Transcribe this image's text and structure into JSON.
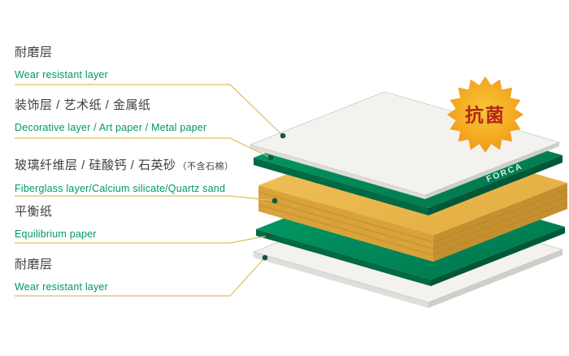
{
  "labels": [
    {
      "zh": "耐磨层",
      "en": "Wear resistant layer"
    },
    {
      "zh": "装饰层 / 艺术纸 / 金属纸",
      "en": "Decorative layer / Art paper / Metal paper"
    },
    {
      "zh": "玻璃纤维层 / 硅酸钙 / 石英砂",
      "zh_note": "（不含石棉）",
      "en": "Fiberglass layer/Calcium silicate/Quartz sand"
    },
    {
      "zh": "平衡纸",
      "en": "Equilibrium paper"
    },
    {
      "zh": "耐磨层",
      "en": "Wear resistant layer"
    }
  ],
  "badge": {
    "label": "抗菌"
  },
  "brand": {
    "name": "FORCA"
  },
  "colors": {
    "text-dark": "#3f3f3f",
    "text-green": "#00985f",
    "line-gold": "#dcbf5e",
    "dot-green": "#14573d",
    "green-front": "#006a44",
    "green-side": "#005838",
    "yellow-front": "#d9a23a",
    "yellow-side": "#c38f2f",
    "yellow-sheet-line": "#b07f27",
    "white-top": "#f3f2ef",
    "white-front": "#dededa",
    "white-side": "#cfcfc9",
    "white-edge": "#c9c9c3",
    "badge-center": "#f8c63a",
    "badge-edge": "#ef9414",
    "badge-text": "#b5271b",
    "brand-text": "#ffffff"
  }
}
